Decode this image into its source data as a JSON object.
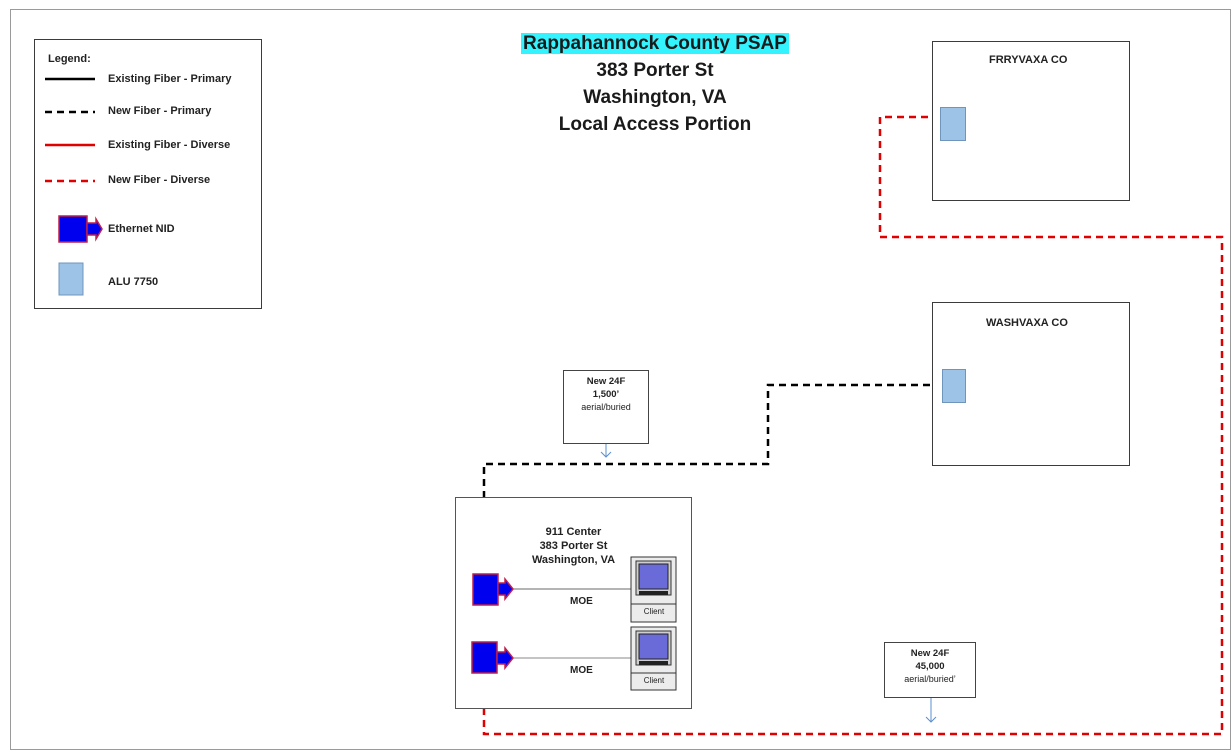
{
  "title": {
    "line1": "Rappahannock County PSAP",
    "line2": "383 Porter St",
    "line3": "Washington, VA",
    "line4": "Local Access Portion"
  },
  "legend": {
    "header": "Legend:",
    "items": [
      {
        "label": "Existing Fiber - Primary",
        "style": "solid",
        "color": "#000000"
      },
      {
        "label": "New Fiber - Primary",
        "style": "dashed",
        "color": "#000000"
      },
      {
        "label": "Existing Fiber - Diverse",
        "style": "solid",
        "color": "#e00000"
      },
      {
        "label": "New Fiber - Diverse",
        "style": "dashed",
        "color": "#e00000"
      },
      {
        "label": "Ethernet NID",
        "icon": "ethernet-nid-icon",
        "color": "#0000ee"
      },
      {
        "label": "ALU 7750",
        "icon": "alu-7750-icon",
        "color": "#9dc3e6"
      }
    ]
  },
  "central_offices": [
    {
      "label": "FRRYVAXA CO"
    },
    {
      "label": "WASHVAXA CO"
    }
  ],
  "center": {
    "line1": "911 Center",
    "line2": "383 Porter St",
    "line3": "Washington, VA"
  },
  "links": [
    {
      "label": "MOE",
      "client": "Client"
    },
    {
      "label": "MOE",
      "client": "Client"
    }
  ],
  "notes": [
    {
      "line1": "New 24F",
      "line2": "1,500’",
      "line3": "aerial/buried"
    },
    {
      "line1": "New 24F",
      "line2": "45,000",
      "line3": "aerial/buried’"
    }
  ],
  "colors": {
    "title_highlight": "#33f3ff",
    "primary": "#000000",
    "diverse": "#e00000",
    "nid_fill": "#0000ee",
    "nid_border": "#c0204a",
    "alu_fill": "#9dc3e6"
  }
}
